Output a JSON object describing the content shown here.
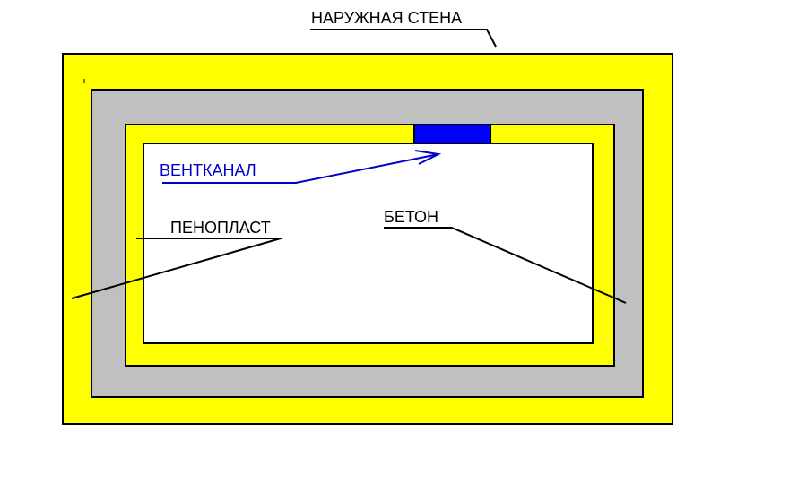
{
  "labels": {
    "outer_wall": "НАРУЖНАЯ СТЕНА",
    "vent_channel": "ВЕНТКАНАЛ",
    "foam": "ПЕНОПЛАСТ",
    "concrete": "БЕТОН"
  },
  "colors": {
    "insulation_yellow": "#ffff00",
    "wall_gray": "#c0c0c0",
    "vent_blue": "#0000ff",
    "vent_label_blue": "#0000cc",
    "outline": "#000000",
    "background": "#ffffff"
  }
}
